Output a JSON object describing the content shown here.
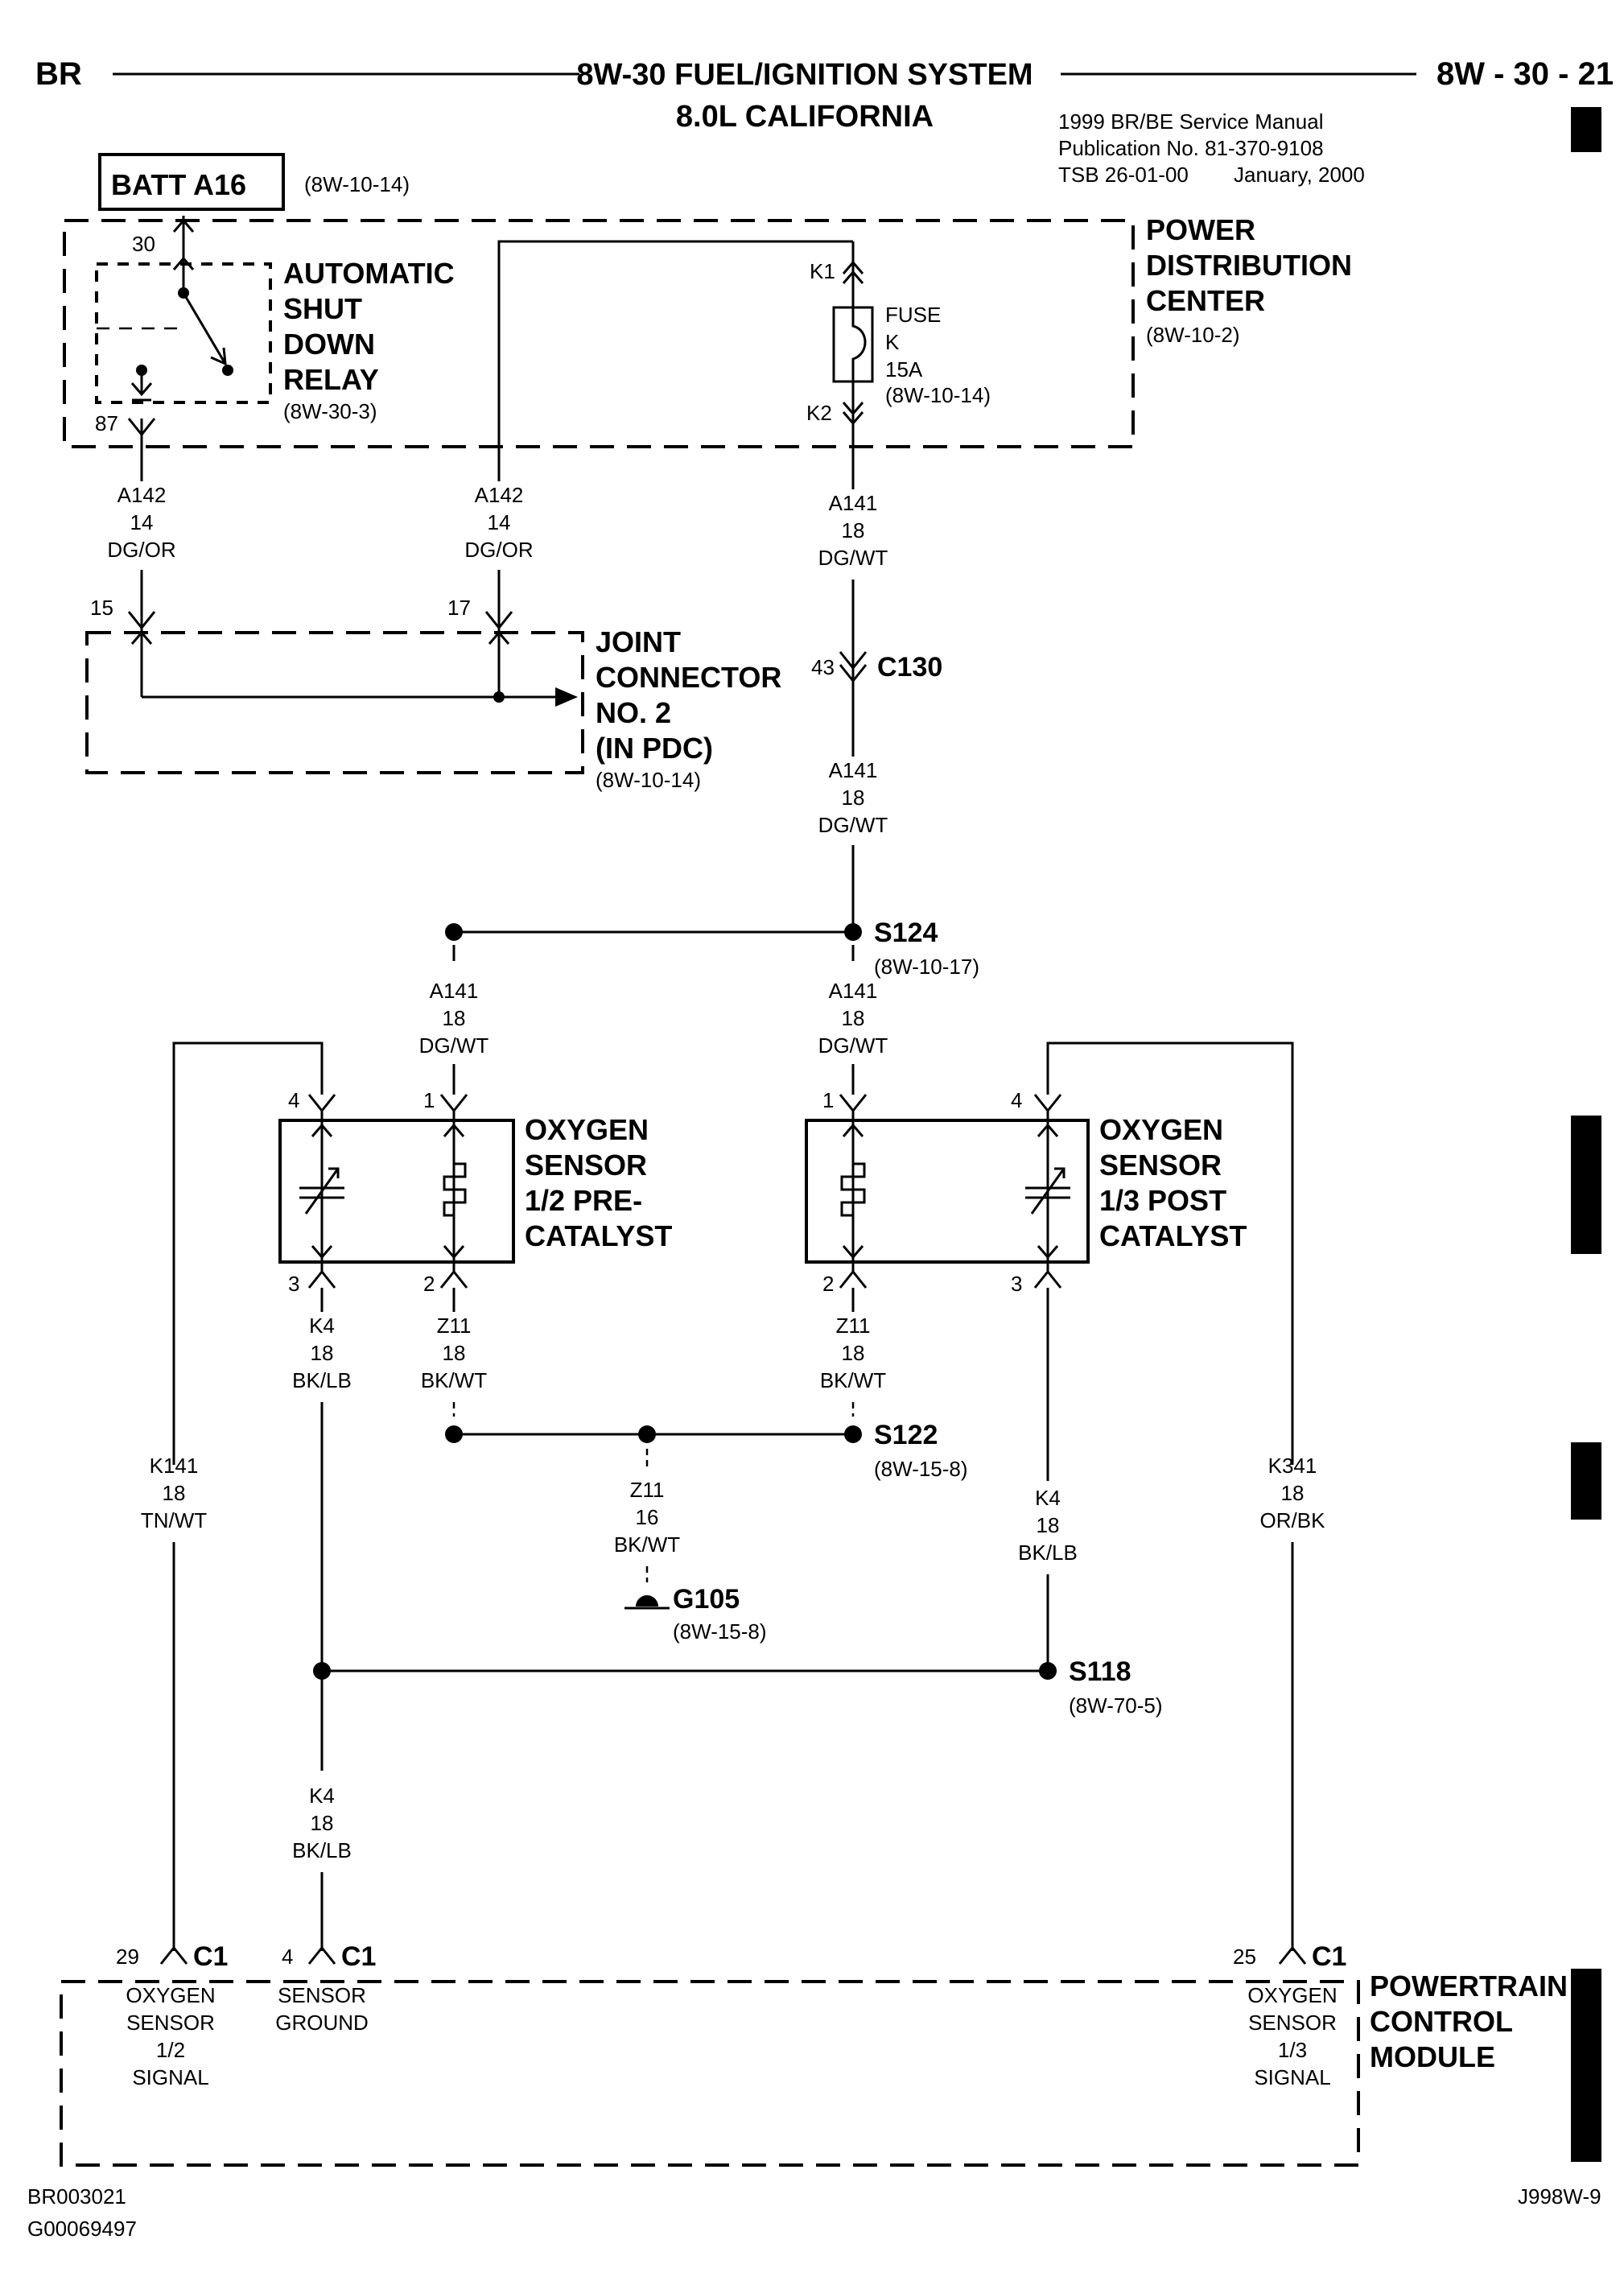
{
  "header": {
    "left": "BR",
    "title_line1": "8W-30 FUEL/IGNITION SYSTEM",
    "title_line2": "8.0L CALIFORNIA",
    "page": "8W - 30 - 21",
    "manual": "1999 BR/BE Service Manual",
    "publication": "Publication No. 81-370-9108",
    "tsb": "TSB 26-01-00",
    "date": "January, 2000"
  },
  "battery": {
    "label": "BATT A16",
    "ref": "(8W-10-14)"
  },
  "pdc": {
    "label": [
      "POWER",
      "DISTRIBUTION",
      "CENTER"
    ],
    "ref": "(8W-10-2)"
  },
  "relay": {
    "label": [
      "AUTOMATIC",
      "SHUT",
      "DOWN",
      "RELAY"
    ],
    "ref": "(8W-30-3)",
    "pin_top": "30",
    "pin_bottom": "87"
  },
  "fuse": {
    "in_pin": "K1",
    "out_pin": "K2",
    "label": [
      "FUSE",
      "K",
      "15A"
    ],
    "ref": "(8W-10-14)"
  },
  "wires": {
    "a142_left": [
      "A142",
      "14",
      "DG/OR"
    ],
    "a142_right": [
      "A142",
      "14",
      "DG/OR"
    ],
    "a141_upper": [
      "A141",
      "18",
      "DG/WT"
    ],
    "a141_mid": [
      "A141",
      "18",
      "DG/WT"
    ],
    "a141_left": [
      "A141",
      "18",
      "DG/WT"
    ],
    "a141_right": [
      "A141",
      "18",
      "DG/WT"
    ],
    "k4_left": [
      "K4",
      "18",
      "BK/LB"
    ],
    "z11_left": [
      "Z11",
      "18",
      "BK/WT"
    ],
    "z11_right": [
      "Z11",
      "18",
      "BK/WT"
    ],
    "z11_ground": [
      "Z11",
      "16",
      "BK/WT"
    ],
    "k141": [
      "K141",
      "18",
      "TN/WT"
    ],
    "k341": [
      "K341",
      "18",
      "OR/BK"
    ],
    "k4_right": [
      "K4",
      "18",
      "BK/LB"
    ],
    "k4_bottom": [
      "K4",
      "18",
      "BK/LB"
    ]
  },
  "joint_connector": {
    "label": [
      "JOINT",
      "CONNECTOR",
      "NO. 2",
      "(IN PDC)"
    ],
    "ref": "(8W-10-14)",
    "pin_a": "15",
    "pin_b": "17"
  },
  "connector_c130": {
    "pin": "43",
    "label": "C130"
  },
  "splices": {
    "s124": {
      "label": "S124",
      "ref": "(8W-10-17)"
    },
    "s122": {
      "label": "S122",
      "ref": "(8W-15-8)"
    },
    "s118": {
      "label": "S118",
      "ref": "(8W-70-5)"
    }
  },
  "ground": {
    "label": "G105",
    "ref": "(8W-15-8)"
  },
  "sensor_left": {
    "label": [
      "OXYGEN",
      "SENSOR",
      "1/2 PRE-",
      "CATALYST"
    ],
    "pins": [
      "4",
      "1",
      "3",
      "2"
    ]
  },
  "sensor_right": {
    "label": [
      "OXYGEN",
      "SENSOR",
      "1/3 POST",
      "CATALYST"
    ],
    "pins": [
      "1",
      "4",
      "2",
      "3"
    ]
  },
  "pcm": {
    "label": [
      "POWERTRAIN",
      "CONTROL",
      "MODULE"
    ],
    "pins": [
      {
        "num": "29",
        "conn": "C1",
        "desc": [
          "OXYGEN",
          "SENSOR",
          "1/2",
          "SIGNAL"
        ]
      },
      {
        "num": "4",
        "conn": "C1",
        "desc": [
          "SENSOR",
          "GROUND"
        ]
      },
      {
        "num": "25",
        "conn": "C1",
        "desc": [
          "OXYGEN",
          "SENSOR",
          "1/3",
          "SIGNAL"
        ]
      }
    ]
  },
  "footer": {
    "code_left": "BR003021",
    "code_left2": "G00069497",
    "code_right": "J998W-9"
  }
}
